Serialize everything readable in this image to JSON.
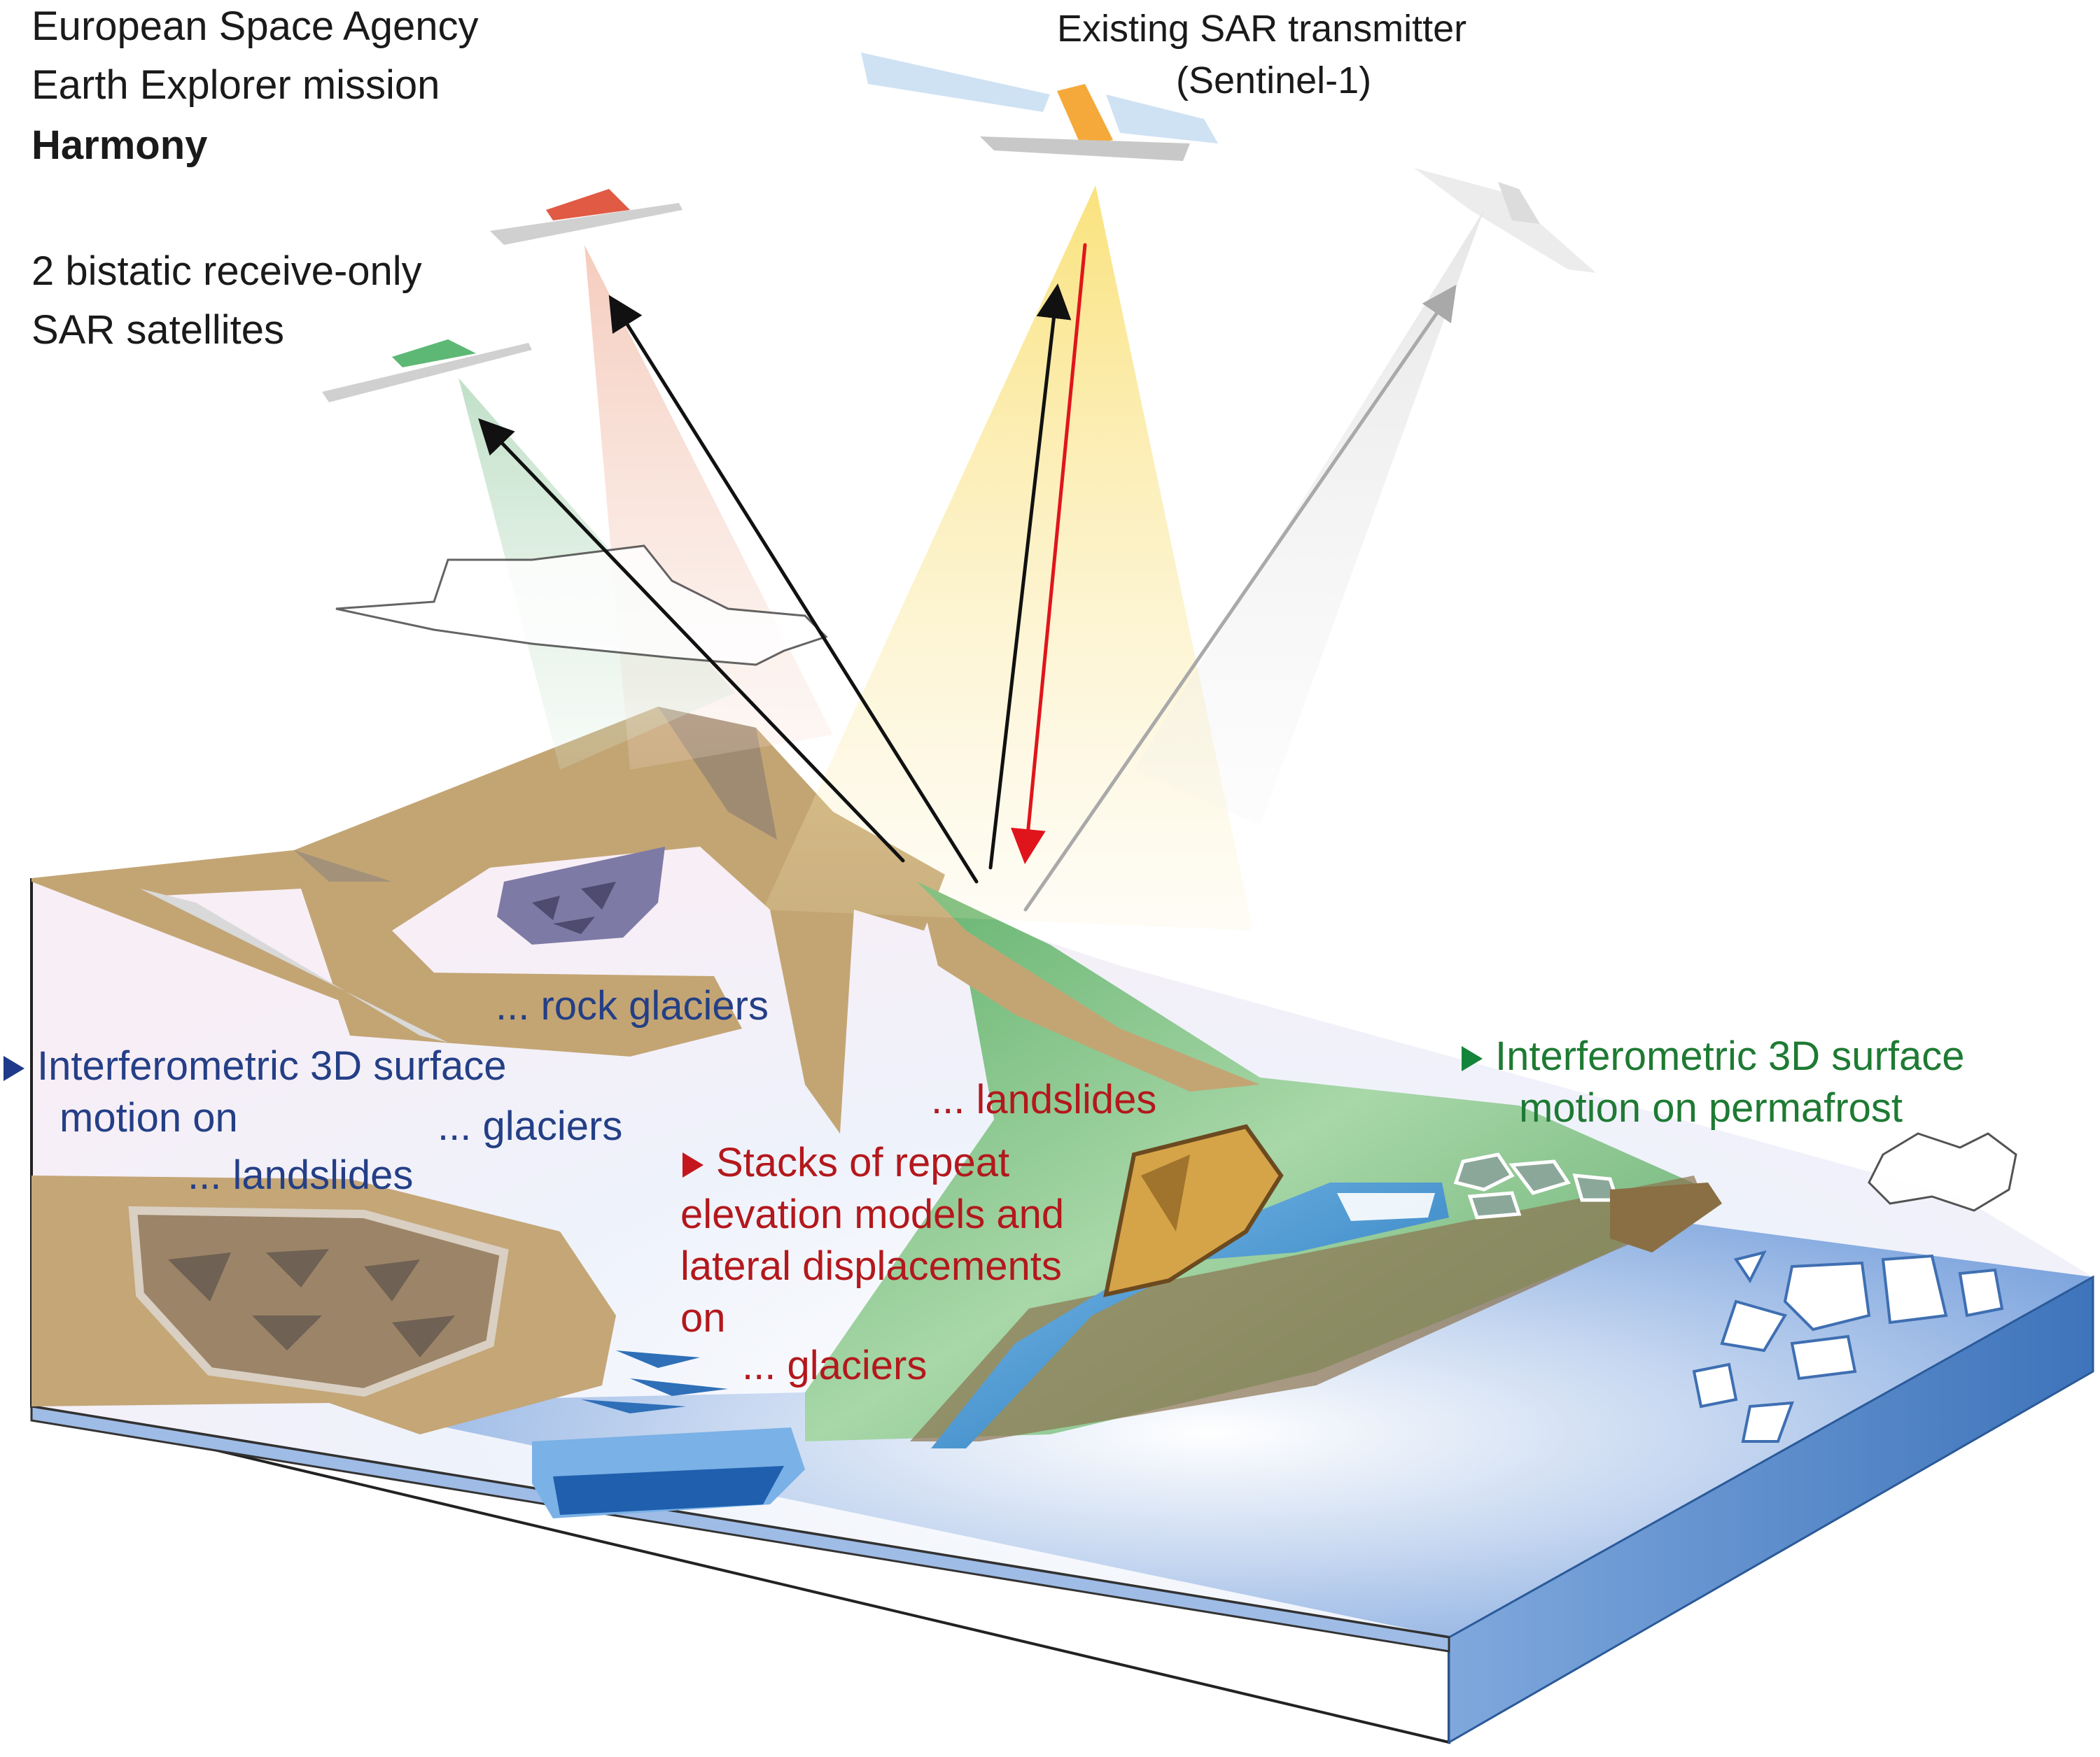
{
  "title": {
    "line1": "European Space Agency",
    "line2": "Earth Explorer mission",
    "line3": "Harmony"
  },
  "receivers": {
    "line1": "2 bistatic receive-only",
    "line2": "SAR satellites"
  },
  "transmitter": {
    "line1": "Existing SAR transmitter",
    "line2": "(Sentinel-1)"
  },
  "blue_block": {
    "line1": "Interferometric 3D surface",
    "line2": "motion on",
    "rock_glaciers": "... rock glaciers",
    "glaciers": "... glaciers",
    "landslides": "... landslides"
  },
  "red_block": {
    "landslides": "... landslides",
    "line1": "Stacks of repeat",
    "line2": "elevation models and",
    "line3": "lateral displacements",
    "line4": "on",
    "glaciers": "... glaciers"
  },
  "green_block": {
    "line1": "Interferometric 3D surface",
    "line2": "motion on permafrost"
  },
  "colors": {
    "blue_text": "#243f86",
    "red_text": "#b3181c",
    "green_text": "#1e7a33",
    "transmit_beam": "#f6c040",
    "receiver_red": "#e05a44",
    "receiver_green": "#5cb874",
    "terrain_brown": "#c3a574",
    "meadow_green": "#6db26e",
    "water_blue": "#5b8ed0"
  },
  "icons": [
    "satellite-icon",
    "triangle-bullet-icon",
    "cloud-icon",
    "arrow-icon"
  ]
}
